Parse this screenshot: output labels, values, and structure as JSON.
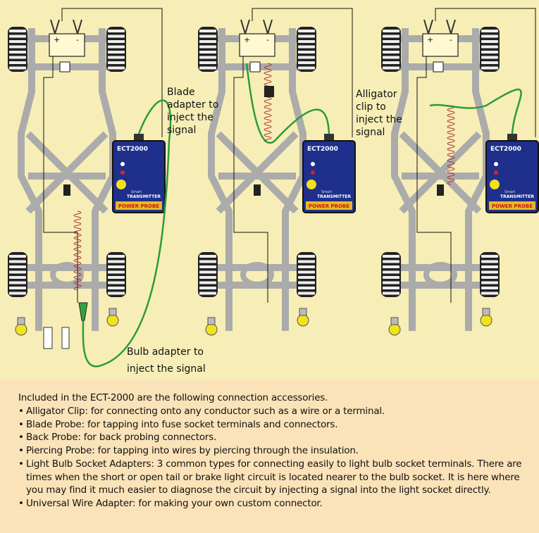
{
  "labels": {
    "blade": [
      "Blade",
      "adapter to",
      "inject the",
      "signal"
    ],
    "alligator": [
      "Alligator",
      "clip to",
      "inject the",
      "signal"
    ],
    "bulb": [
      "Bulb adapter to",
      "inject the signal"
    ]
  },
  "device": {
    "model": "ECT2000",
    "subtitle": "Smart",
    "name": "TRANSMITTER",
    "logo": "POWER PROBE"
  },
  "battery": {
    "plus": "+",
    "minus": "-"
  },
  "colors": {
    "background": "#f6eeb6",
    "text_panel": "#fbe3b9",
    "chassis": "#ababab",
    "wire_green": "#2e9a3a",
    "device_blue": "#1f2f8c",
    "bulb_yellow": "#f2e21c"
  },
  "text": {
    "intro": "Included in the ECT-2000 are the following connection accessories.",
    "items": [
      "Alligator Clip: for connecting onto any conductor such as a wire or a terminal.",
      "Blade Probe: for tapping into fuse socket terminals and connectors.",
      "Back Probe: for back probing connectors.",
      "Piercing Probe: for tapping into wires by piercing through the insulation.",
      "Light Bulb Socket Adapters: 3 common types for connecting easily to light bulb socket terminals. There are times when the short or open tail or brake light circuit is located nearer to the bulb socket. It is here where you may find it much easier to diagnose the circuit by injecting a signal into the light socket directly.",
      "Universal Wire Adapter: for making your own custom connector."
    ]
  }
}
